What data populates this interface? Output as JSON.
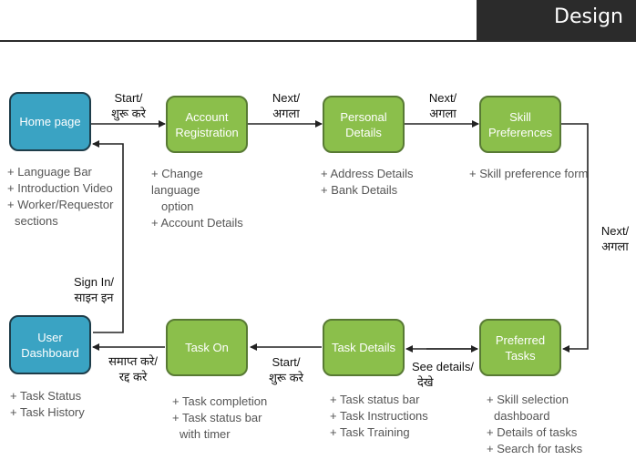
{
  "header": {
    "title": "Design"
  },
  "nodes": {
    "home": "Home page",
    "account_line1": "Account",
    "account_line2": "Registration",
    "personal_line1": "Personal",
    "personal_line2": "Details",
    "skill_line1": "Skill",
    "skill_line2": "Preferences",
    "dashboard_line1": "User",
    "dashboard_line2": "Dashboard",
    "taskon": "Task On",
    "taskdetails": "Task Details",
    "preferred_line1": "Preferred",
    "preferred_line2": "Tasks"
  },
  "edge_labels": {
    "start_en": "Start/",
    "start_hi": "शुरू करे",
    "next1_en": "Next/",
    "next1_hi": "अगला",
    "next2_en": "Next/",
    "next2_hi": "अगला",
    "next3_en": "Next/",
    "next3_hi": "अगला",
    "signin_en": "Sign In/",
    "signin_hi": "साइन इन",
    "finish_en": "समाप्त करे/",
    "finish_hi": "रद्द करे",
    "start2_en": "Start/",
    "start2_hi": "शुरू करे",
    "seedetails_en": "See details/",
    "seedetails_hi": "देखे"
  },
  "notes": {
    "home": [
      "+ Language Bar",
      "+ Introduction Video",
      "+ Worker/Requestor",
      "   sections"
    ],
    "account": [
      "+ Change",
      "   language",
      "    option",
      "+ Account Details"
    ],
    "personal": [
      "+ Address Details",
      "+ Bank Details"
    ],
    "skill": [
      "+ Skill preference form"
    ],
    "dashboard": [
      "+ Task Status",
      "+ Task History"
    ],
    "taskon": [
      "+ Task completion",
      "+ Task status bar",
      "   with timer"
    ],
    "taskdetails": [
      "+ Task status bar",
      "+ Task Instructions",
      "+ Task Training"
    ],
    "preferred": [
      "+ Skill selection",
      "   dashboard",
      "+ Details of tasks",
      "+ Search for tasks"
    ]
  },
  "colors": {
    "blue": "#3aa3c3",
    "green": "#8bbf4b",
    "header": "#2b2b2b"
  }
}
